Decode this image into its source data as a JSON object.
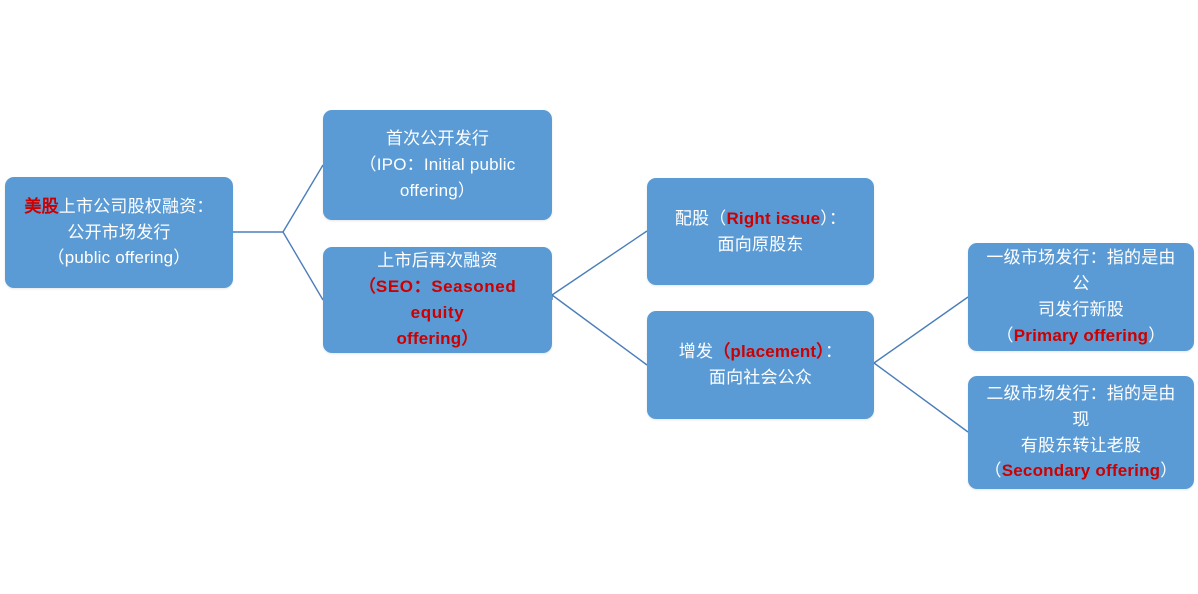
{
  "diagram": {
    "title_text_color": "#ffffff",
    "node_fill_color": "#5B9BD5",
    "accent_color": "#CC0000",
    "connector_color": "#4A7EBB",
    "nodes": {
      "public_offering": {
        "line1_red": "美股",
        "line1_rest": "上市公司股权融资：",
        "line2": "公开市场发行",
        "line3": "（public offering）"
      },
      "ipo": {
        "line1": "首次公开发行",
        "line2": "（IPO：Initial  public",
        "line3": "offering）"
      },
      "seo": {
        "line1": "上市后再次融资",
        "line2_open": "（",
        "line2_red": "SEO：Seasoned  equity",
        "line3_red": "offering",
        "line3_close": "）"
      },
      "right_issue": {
        "line1_pre": "配股",
        "line1_open": "（",
        "line1_red": "Right issue",
        "line1_close": "）",
        "line1_colon": "：",
        "line2": "面向原股东"
      },
      "placement": {
        "line1_pre": "增发",
        "line1_red": "（placement）",
        "line1_colon": "：",
        "line2": "面向社会公众"
      },
      "primary_offering": {
        "line1": "一级市场发行：指的是由公",
        "line2": "司发行新股",
        "line3_open": "（",
        "line3_red": "Primary offering",
        "line3_close": "）"
      },
      "secondary_offering": {
        "line1": "二级市场发行：指的是由现",
        "line2": "有股东转让老股",
        "line3_open": "（",
        "line3_red": "Secondary offering",
        "line3_close": "）"
      }
    }
  }
}
